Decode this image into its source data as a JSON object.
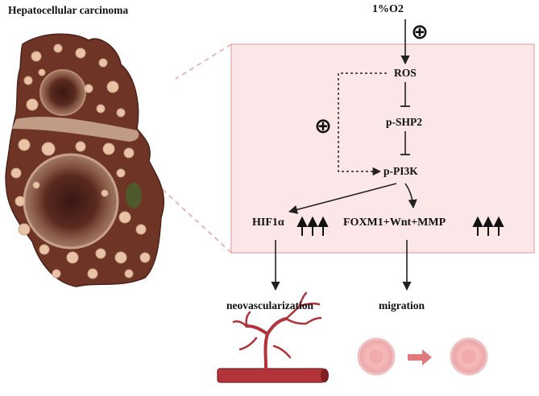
{
  "title": "Hepatocellular carcinoma",
  "nodes": {
    "oxygen": "1%O2",
    "ros": "ROS",
    "shp2": "p-SHP2",
    "pi3k": "p-PI3K",
    "hif": "HIF1α",
    "foxm": "FOXM1+Wnt+MMP",
    "neo": "neovascularization",
    "migration": "migration"
  },
  "symbols": {
    "plus": "⊕",
    "up_arrow": "up-arrow-icon"
  },
  "colors": {
    "box_fill": "#fbe7e8",
    "box_border": "#e9b3b5",
    "liver": "#6e3426",
    "vessel": "#b2333a",
    "cell": "#f3b4b5",
    "cell_arrow": "#e0797b"
  }
}
